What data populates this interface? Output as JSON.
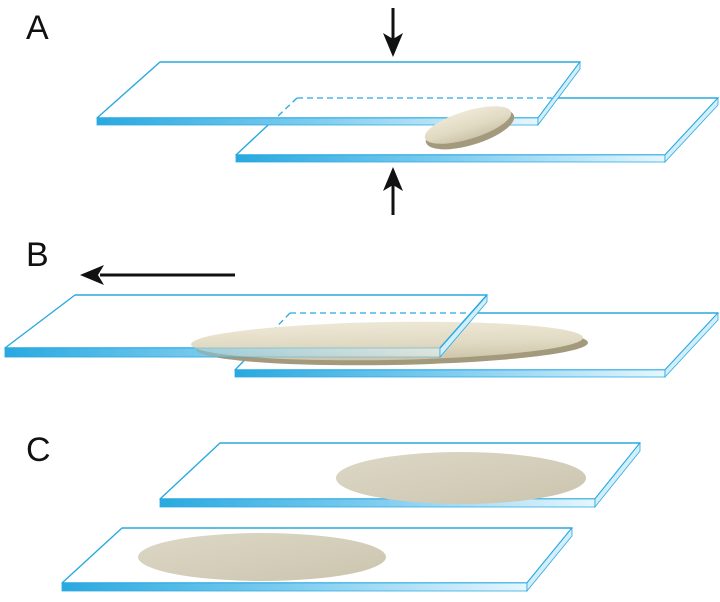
{
  "figure": {
    "panels": [
      {
        "label": "A"
      },
      {
        "label": "B"
      },
      {
        "label": "C"
      }
    ]
  },
  "colors": {
    "slide_edge": "#29a9e0",
    "slide_edge_fade": "#e6f6fd",
    "smear_light": "#ede8d6",
    "smear_dark": "#cdc5aa",
    "smear_shadow": "#a3997d",
    "smear_flat_light": "#ddd8c6",
    "smear_flat_dark": "#cbc5af",
    "arrow": "#111111"
  },
  "icons": {
    "arrow_down": "arrow-down-icon",
    "arrow_up": "arrow-up-icon",
    "arrow_left": "arrow-left-icon"
  }
}
